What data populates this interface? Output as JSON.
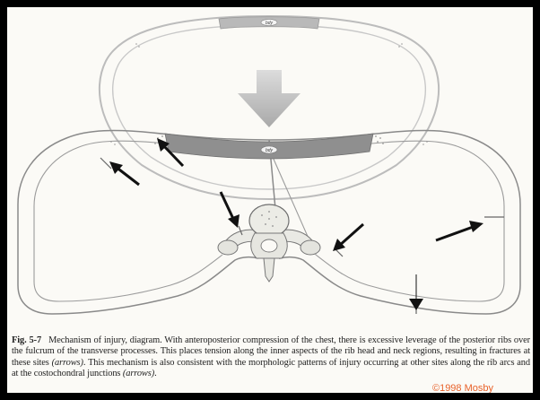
{
  "figure": {
    "rib_labels": {
      "top": "bdy",
      "middle": "bdy"
    },
    "caption": {
      "label": "Fig. 5-7",
      "part1": "Mechanism of injury, diagram. With anteroposterior compression of the chest, there is excessive leverage of the posterior ribs over the fulcrum of the transverse processes. This places tension along the inner aspects of the rib head and neck regions, resulting in fractures at these sites ",
      "italic1": "(arrows)",
      "part2": ". This mechanism is also consistent with the morphologic patterns of injury occurring at other sites along the rib arcs and at the costochondral junctions ",
      "italic2": "(arrows)",
      "part3": "."
    },
    "copyright": "©1998 Mosby"
  },
  "colors": {
    "background": "#fbfaf6",
    "frame": "#000000",
    "sternum_dark": "#8f8f8f",
    "compression_arrow": "#b8b8b8",
    "copyright": "#e8622a"
  }
}
